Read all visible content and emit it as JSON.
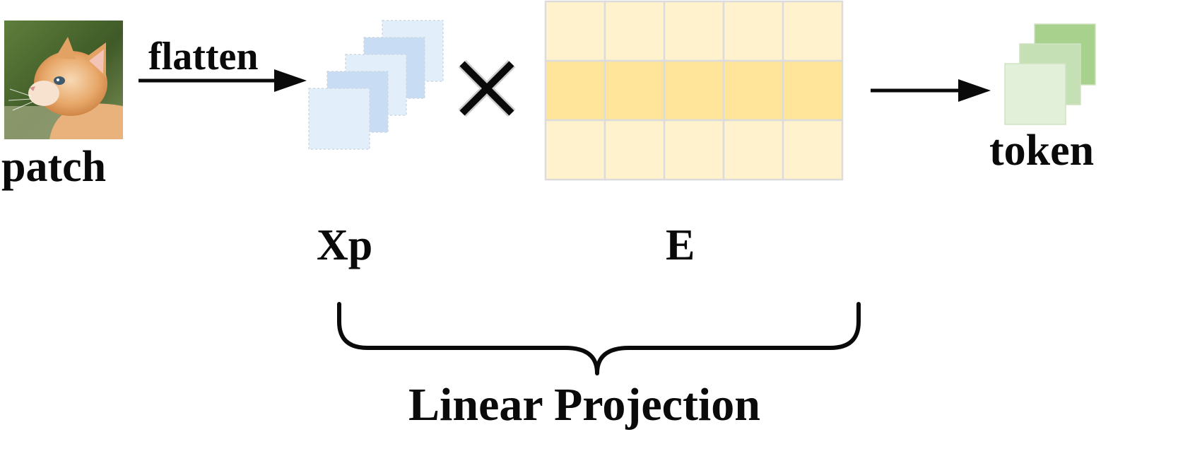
{
  "labels": {
    "patch": "patch",
    "flatten": "flatten",
    "xp": "Xp",
    "e": "E",
    "token": "token",
    "linear_projection": "Linear Projection"
  },
  "patch_image": {
    "subject": "kitten photo",
    "icon": "cat-photo-thumbnail"
  },
  "operator": {
    "symbol": "multiply-icon"
  },
  "matrix_e": {
    "rows": 3,
    "cols": 5,
    "highlighted_row": 2
  },
  "colors": {
    "xp_stack": [
      "#e3eefb",
      "#c8dcf4",
      "#e3eefb",
      "#c8dcf4",
      "#e3eefb"
    ],
    "matrix_cell": "#fff2cc",
    "matrix_highlight": "#ffe599",
    "matrix_grid": "#dcdcdc",
    "token_stack": [
      "#a9d18e",
      "#c5e0b4",
      "#e2f0d9"
    ],
    "ink": "#0a0a0a"
  }
}
